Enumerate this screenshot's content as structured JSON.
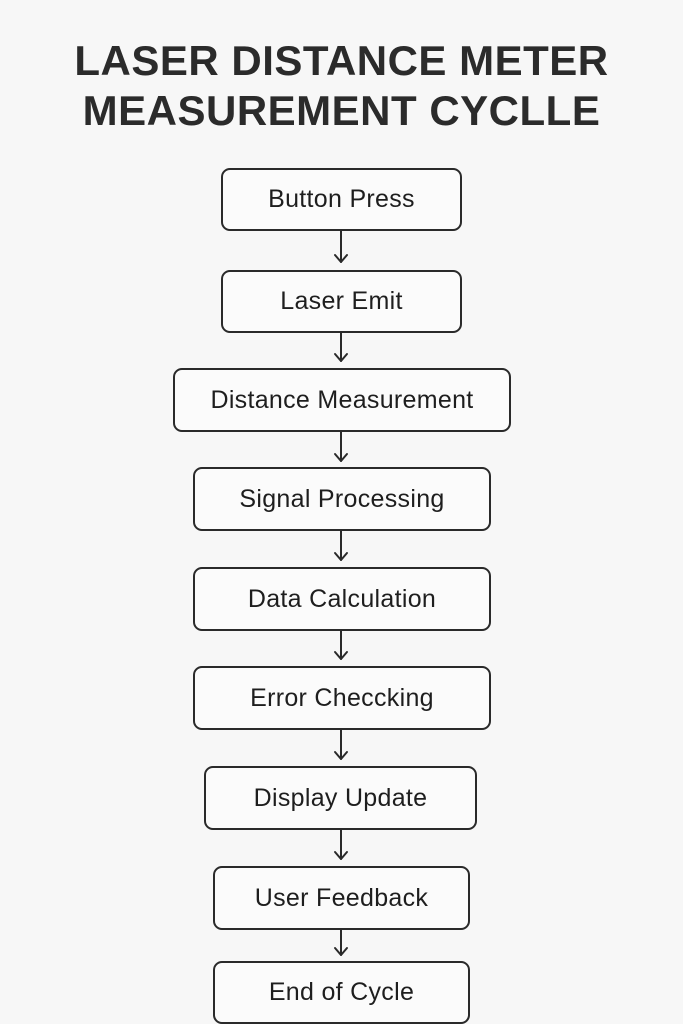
{
  "title": {
    "line1": "LASER DISTANCE METER",
    "line2": "MEASUREMENT CYCLLE"
  },
  "steps": [
    {
      "label": "Button Press"
    },
    {
      "label": "Laser Emit"
    },
    {
      "label": "Distance Measurement"
    },
    {
      "label": "Signal Processing"
    },
    {
      "label": "Data Calculation"
    },
    {
      "label": "Error Checcking"
    },
    {
      "label": "Display Update"
    },
    {
      "label": "User Feedback"
    },
    {
      "label": "End of Cycle"
    }
  ],
  "colors": {
    "background": "#f7f7f7",
    "stroke": "#2a2a2a",
    "text": "#1e1e1e"
  }
}
